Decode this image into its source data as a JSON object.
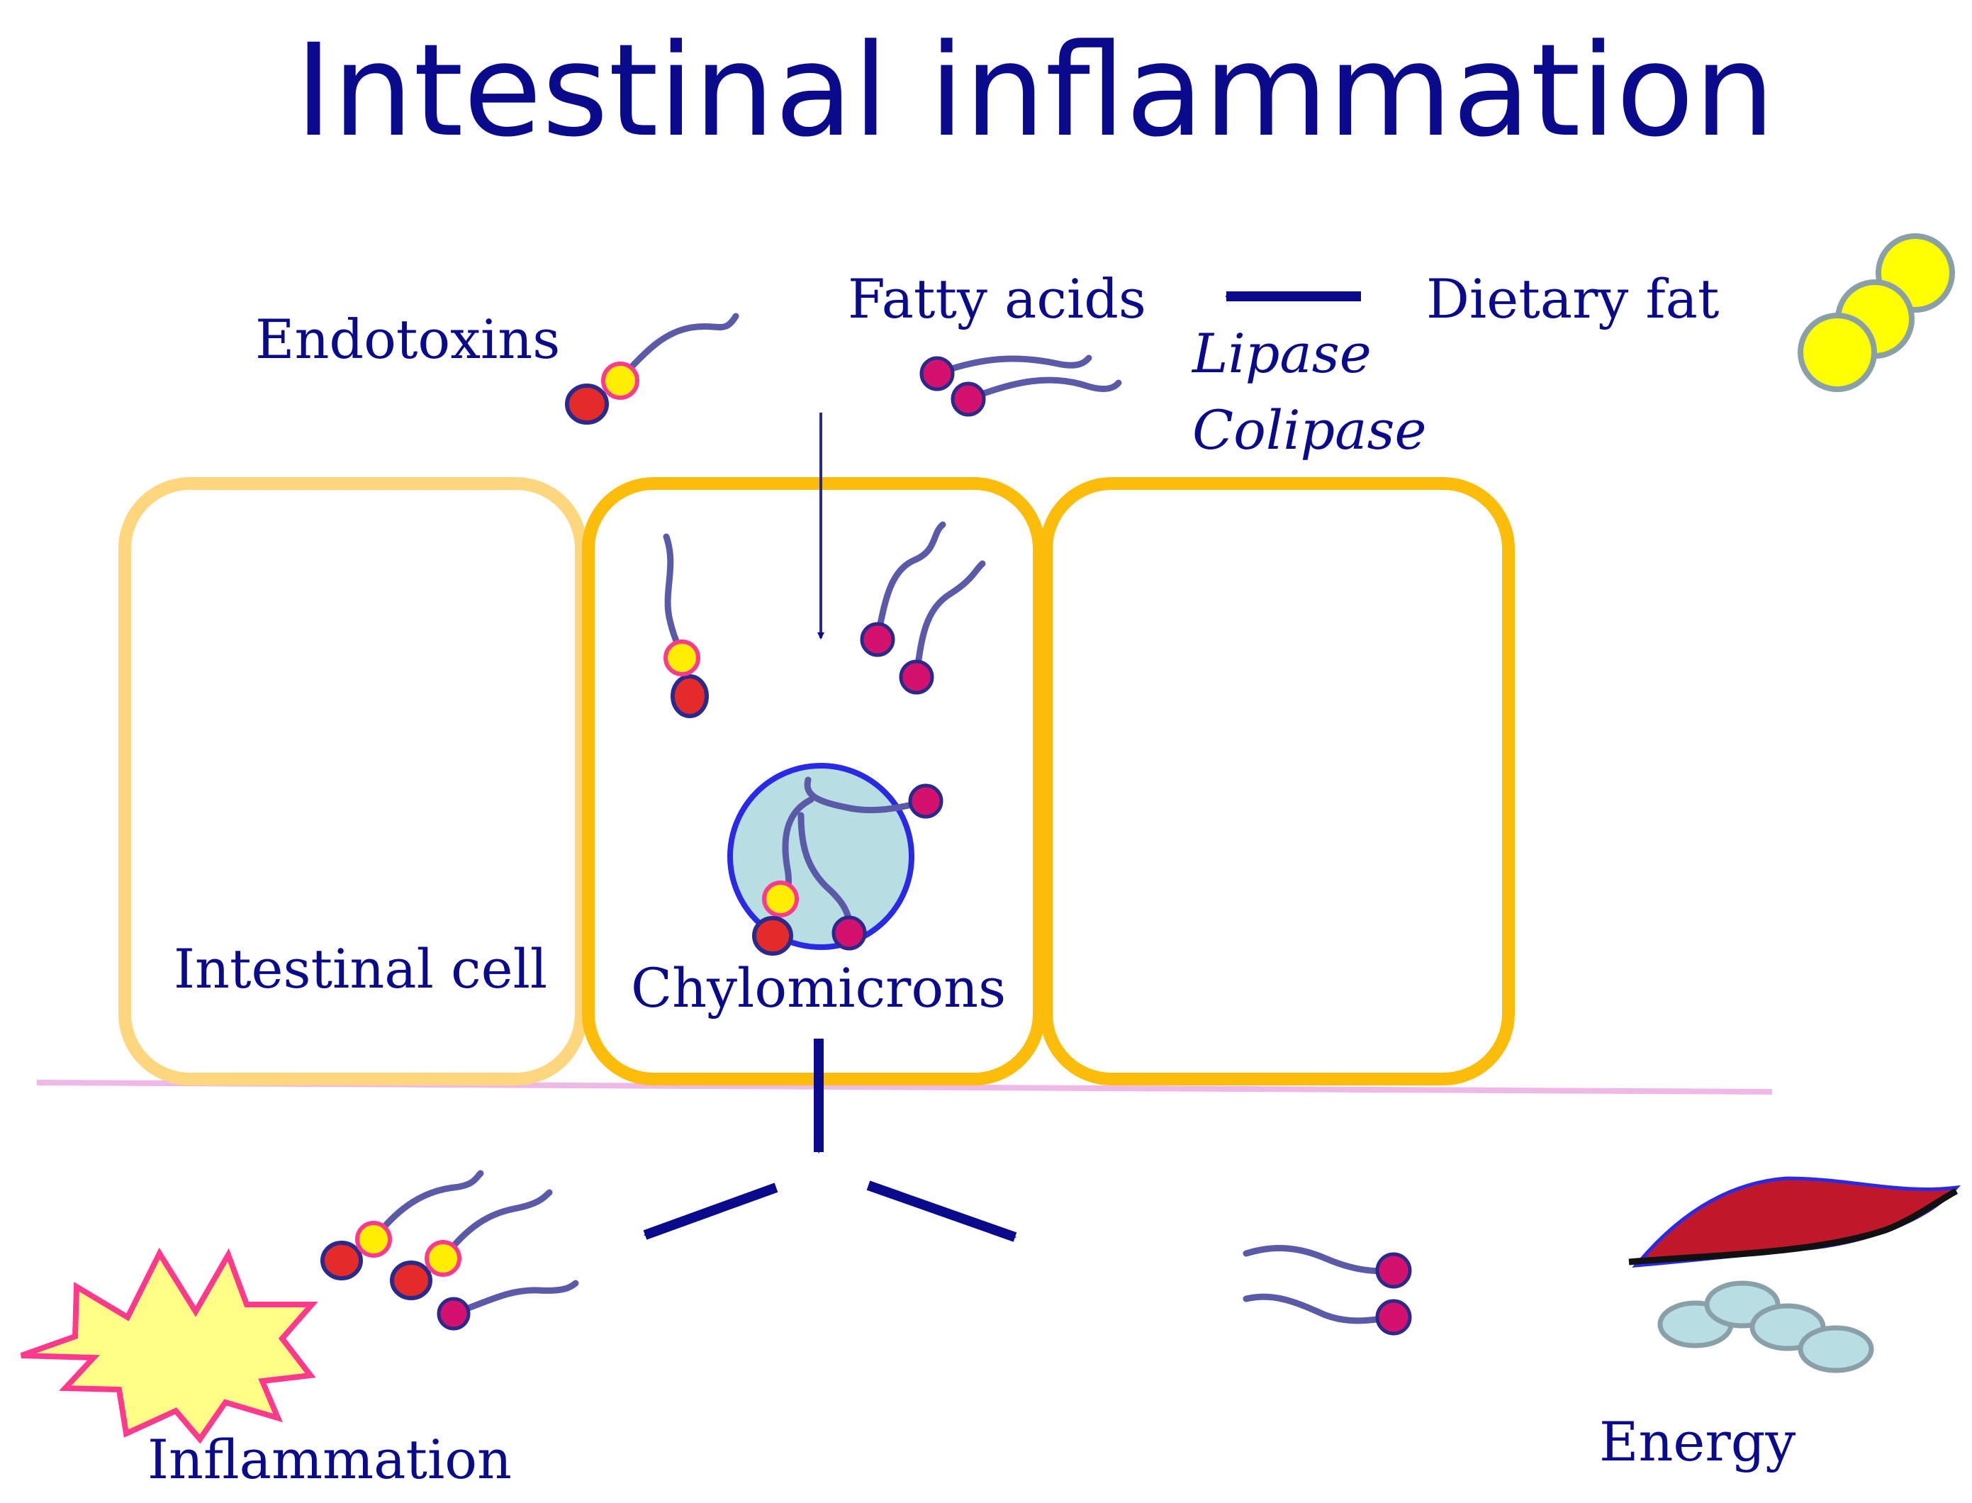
{
  "title": "Intestinal inflammation",
  "labels": {
    "endotoxins": "Endotoxins",
    "fatty_acids": "Fatty acids",
    "dietary_fat": "Dietary fat",
    "lipase": "Lipase",
    "colipase": "Colipase",
    "intestinal_cell": "Intestinal cell",
    "chylomicrons": "Chylomicrons",
    "inflammation": "Inflammation",
    "energy": "Energy"
  },
  "colors": {
    "text": "#0a0a8c",
    "cell_outline_light": "#fdd67e",
    "cell_outline": "#fbbd0a",
    "basement_line": "#f0b8e6",
    "tail": "#5a5aa8",
    "head_magenta": "#d4126e",
    "head_red": "#e52a2a",
    "head_yellow": "#ffee00",
    "fat_droplet": "#ffff00",
    "chylomicron_fill": "#b8dde2",
    "chylomicron_outline": "#2a2ae6",
    "burst_fill": "#ffff88",
    "burst_outline": "#ff3a8c",
    "muscle": "#c0182a",
    "energy_droplet": "#b8dde2"
  }
}
